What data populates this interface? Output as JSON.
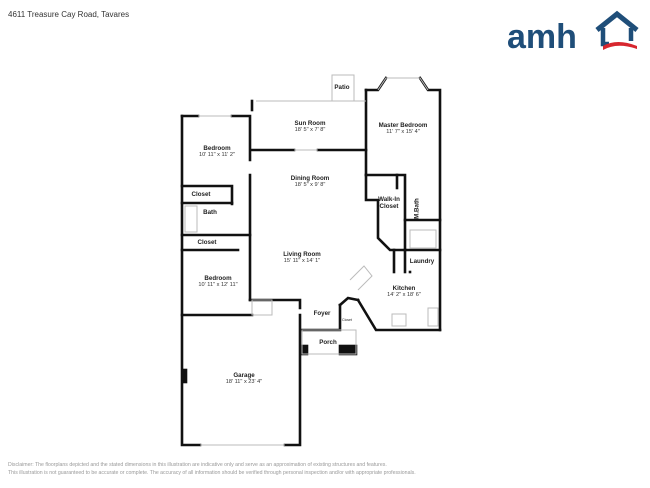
{
  "header": {
    "address": "4611 Treasure Cay Road, Tavares"
  },
  "logo": {
    "text": "amh",
    "brand_color": "#1f4e79",
    "accent_color": "#d7262e"
  },
  "floorplan": {
    "rooms": [
      {
        "name": "Patio",
        "dims": ""
      },
      {
        "name": "Sun Room",
        "dims": "18' 5\" x 7' 8\""
      },
      {
        "name": "Master Bedroom",
        "dims": "11' 7\" x 15' 4\""
      },
      {
        "name": "Bedroom",
        "dims": "10' 11\" x 11' 2\""
      },
      {
        "name": "Dining Room",
        "dims": "18' 5\" x 9' 8\""
      },
      {
        "name": "Closet",
        "dims": ""
      },
      {
        "name": "Bath",
        "dims": ""
      },
      {
        "name": "Walk-In Closet",
        "dims": ""
      },
      {
        "name": "M.Bath",
        "dims": ""
      },
      {
        "name": "Closet",
        "dims": ""
      },
      {
        "name": "Laundry",
        "dims": ""
      },
      {
        "name": "Living Room",
        "dims": "15' 11\" x 14' 1\""
      },
      {
        "name": "Bedroom",
        "dims": "10' 11\" x 12' 11\""
      },
      {
        "name": "Kitchen",
        "dims": "14' 2\" x 18' 6\""
      },
      {
        "name": "Foyer",
        "dims": ""
      },
      {
        "name": "Closet",
        "dims": ""
      },
      {
        "name": "Porch",
        "dims": ""
      },
      {
        "name": "Garage",
        "dims": "18' 11\" x 23' 4\""
      }
    ]
  },
  "disclaimer": {
    "line1": "Disclaimer: The floorplans depicted and the stated dimensions in this illustration are indicative only and serve as an approximation of existing structures and features.",
    "line2": "This illustration is not guaranteed to be accurate or complete. The accuracy of all information should be verified through personal inspection and/or with appropriate professionals."
  }
}
